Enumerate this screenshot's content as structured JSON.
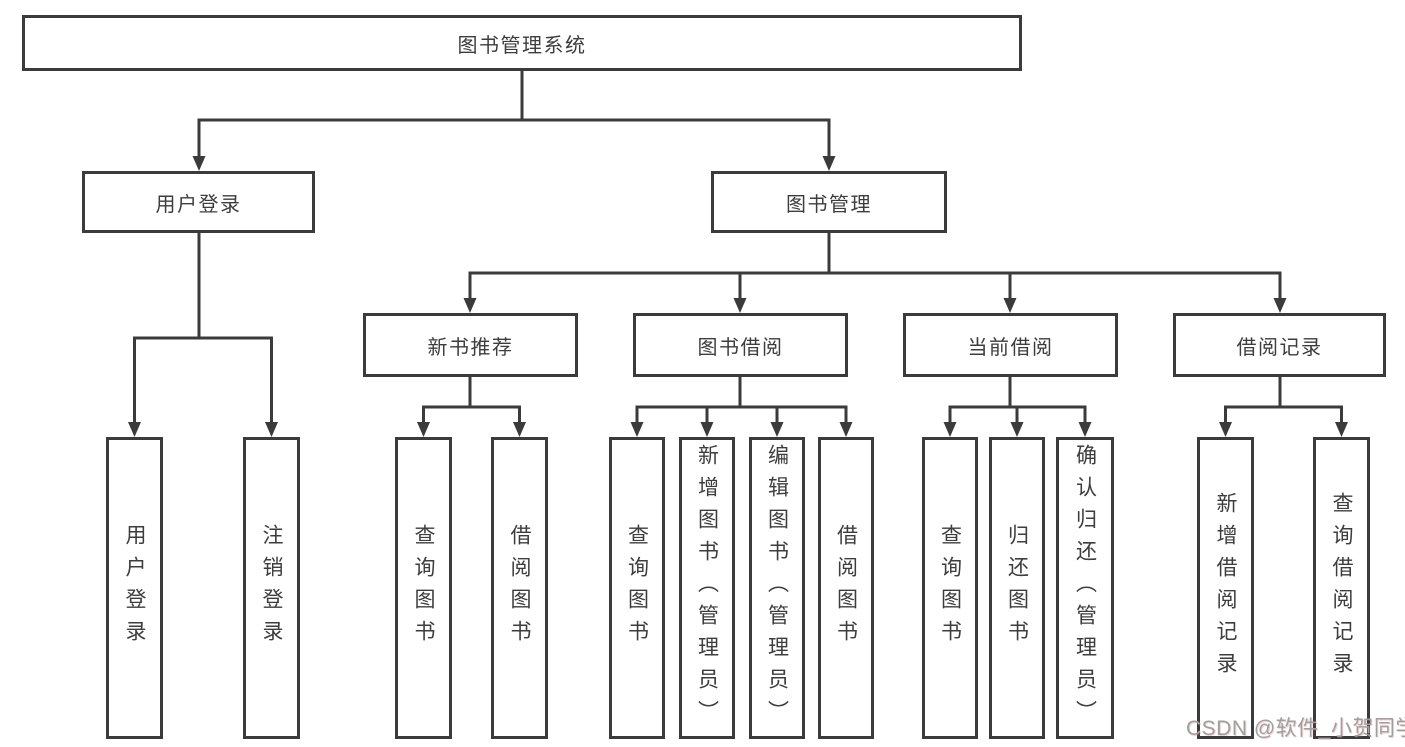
{
  "colors": {
    "bg": "#ffffff",
    "line": "#3b3b3b",
    "text": "#3d3d3d",
    "watermark": "#a0a0a0"
  },
  "nodes": {
    "root": "图书管理系统",
    "user_login": "用户登录",
    "book_mgmt": "图书管理",
    "new_book_rec": "新书推荐",
    "book_borrow": "图书借阅",
    "current_borrow": "当前借阅",
    "borrow_records": "借阅记录",
    "leaf_user_login": "用户登录",
    "leaf_logout": "注销登录",
    "leaf_query_book_rec": "查询图书",
    "leaf_borrow_book_rec": "借阅图书",
    "leaf_query_book_borrow": "查询图书",
    "leaf_add_book": "新增图书（管理员）",
    "leaf_edit_book": "编辑图书（管理员）",
    "leaf_borrow_book": "借阅图书",
    "leaf_query_book_current": "查询图书",
    "leaf_return_book": "归还图书",
    "leaf_confirm_return": "确认归还（管理员）",
    "leaf_add_record": "新增借阅记录",
    "leaf_query_record": "查询借阅记录"
  },
  "hierarchy": {
    "图书管理系统": {
      "用户登录": [
        "用户登录",
        "注销登录"
      ],
      "图书管理": {
        "新书推荐": [
          "查询图书",
          "借阅图书"
        ],
        "图书借阅": [
          "查询图书",
          "新增图书（管理员）",
          "编辑图书（管理员）",
          "借阅图书"
        ],
        "当前借阅": [
          "查询图书",
          "归还图书",
          "确认归还（管理员）"
        ],
        "借阅记录": [
          "新增借阅记录",
          "查询借阅记录"
        ]
      }
    }
  },
  "watermark": {
    "text": "CSDN @软件_小贺同学"
  }
}
